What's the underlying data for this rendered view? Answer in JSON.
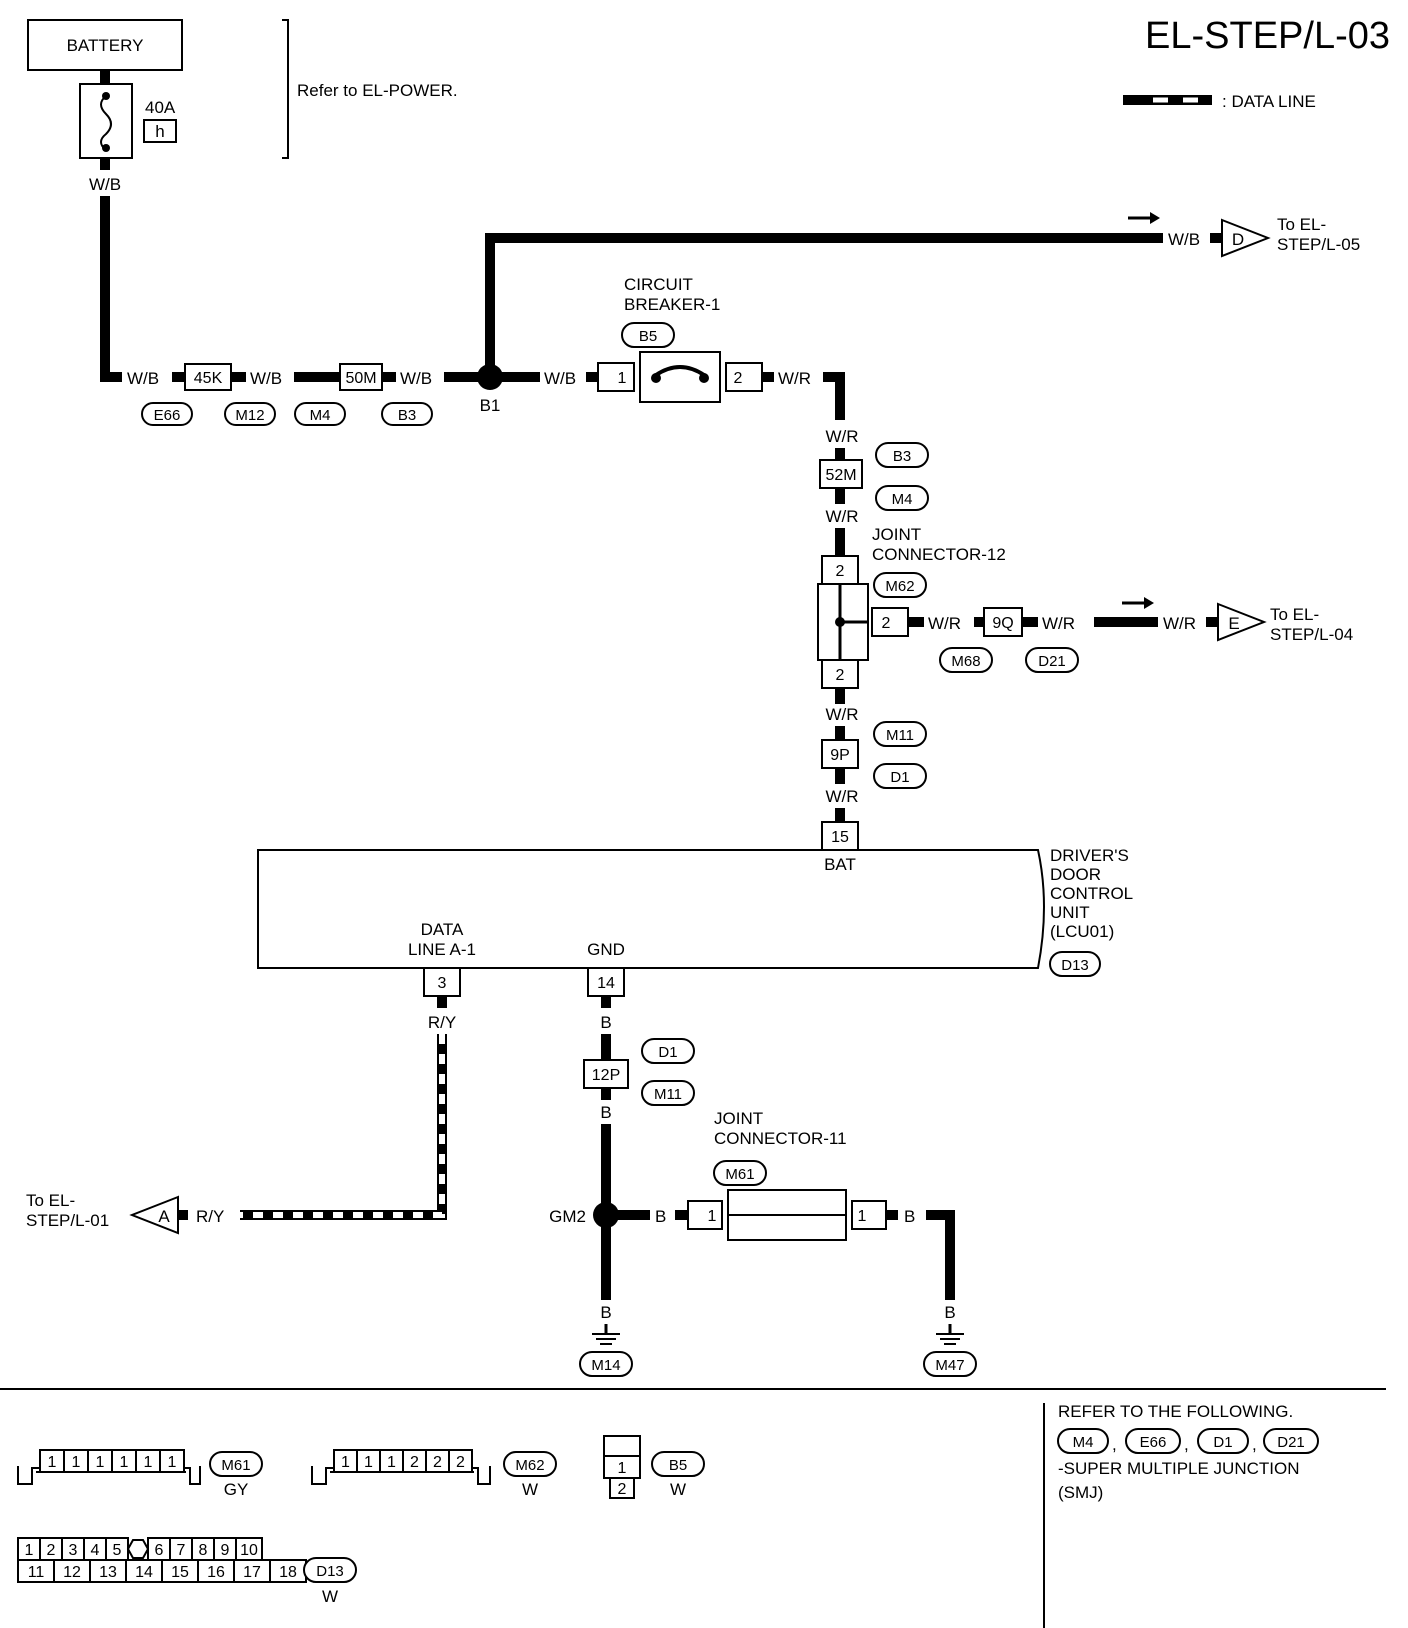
{
  "title": "EL-STEP/L-03",
  "legend": {
    "data_line": ": DATA LINE"
  },
  "battery": {
    "label": "BATTERY",
    "fuse_rating": "40A",
    "fuse_id": "h",
    "wire": "W/B"
  },
  "refer_note": "Refer to EL-POWER.",
  "top_feed": {
    "wires": [
      "W/B",
      "W/B",
      "W/B",
      "W/B"
    ],
    "connectors": [
      "45K",
      "50M"
    ],
    "tags": [
      "E66",
      "M12",
      "M4",
      "B3"
    ],
    "splice": "B1"
  },
  "circuit_breaker": {
    "line1": "CIRCUIT",
    "line2": "BREAKER-1",
    "tag": "B5",
    "pin_in": "1",
    "pin_out": "2",
    "wire_out": "W/R"
  },
  "to_d": {
    "wire": "W/B",
    "letter": "D",
    "line1": "To EL-",
    "line2": "STEP/L-05"
  },
  "conn_52m": {
    "id": "52M",
    "tags": [
      "B3",
      "M4"
    ],
    "wire_top": "W/R",
    "wire_bottom": "W/R"
  },
  "joint12": {
    "line1": "JOINT",
    "line2": "CONNECTOR-12",
    "tag": "M62",
    "pin_top": "2",
    "pin_right": "2",
    "pin_bottom": "2"
  },
  "branch_e": {
    "wire1": "W/R",
    "connector": "9Q",
    "tags": [
      "M68",
      "D21"
    ],
    "wire2": "W/R",
    "wire3": "W/R",
    "letter": "E",
    "line1": "To EL-",
    "line2": "STEP/L-04"
  },
  "conn_9p": {
    "id": "9P",
    "tags": [
      "M11",
      "D1"
    ],
    "wire_top": "W/R",
    "wire_bottom": "W/R"
  },
  "dcu": {
    "bat_pin": "15",
    "bat_label": "BAT",
    "name_lines": [
      "DRIVER'S",
      "DOOR",
      "CONTROL",
      "UNIT",
      "(LCU01)"
    ],
    "tag": "D13",
    "data_label1": "DATA",
    "data_label2": "LINE A-1",
    "data_pin": "3",
    "gnd_label": "GND",
    "gnd_pin": "14"
  },
  "data_run": {
    "wire1": "R/Y",
    "wire2": "R/Y",
    "letter": "A",
    "line1": "To EL-",
    "line2": "STEP/L-01"
  },
  "ground_run": {
    "wire1": "B",
    "connector": "12P",
    "tags": [
      "D1",
      "M11"
    ],
    "wire2": "B",
    "splice": "GM2",
    "wire3": "B",
    "ground1": "M14",
    "joint_line1": "JOINT",
    "joint_line2": "CONNECTOR-11",
    "joint_tag": "M61",
    "joint_pin_left": "1",
    "joint_pin_right": "1",
    "wire4": "B",
    "wire5": "B",
    "ground2": "M47"
  },
  "connector_faces": {
    "m61": {
      "pins": [
        "1",
        "1",
        "1",
        "1",
        "1",
        "1"
      ],
      "tag": "M61",
      "color": "GY"
    },
    "m62": {
      "pins": [
        "1",
        "1",
        "1",
        "2",
        "2",
        "2"
      ],
      "tag": "M62",
      "color": "W"
    },
    "b5": {
      "pins": [
        "1",
        "2"
      ],
      "tag": "B5",
      "color": "W"
    },
    "d13": {
      "row1": [
        "1",
        "2",
        "3",
        "4",
        "5",
        "",
        "6",
        "7",
        "8",
        "9",
        "10"
      ],
      "row2": [
        "11",
        "12",
        "13",
        "14",
        "15",
        "16",
        "17",
        "18"
      ],
      "tag": "D13",
      "color": "W"
    }
  },
  "reference": {
    "line1": "REFER TO THE FOLLOWING.",
    "tags": [
      "M4",
      "E66",
      "D1",
      "D21"
    ],
    "line2": "-SUPER MULTIPLE JUNCTION",
    "line3": "(SMJ)"
  }
}
